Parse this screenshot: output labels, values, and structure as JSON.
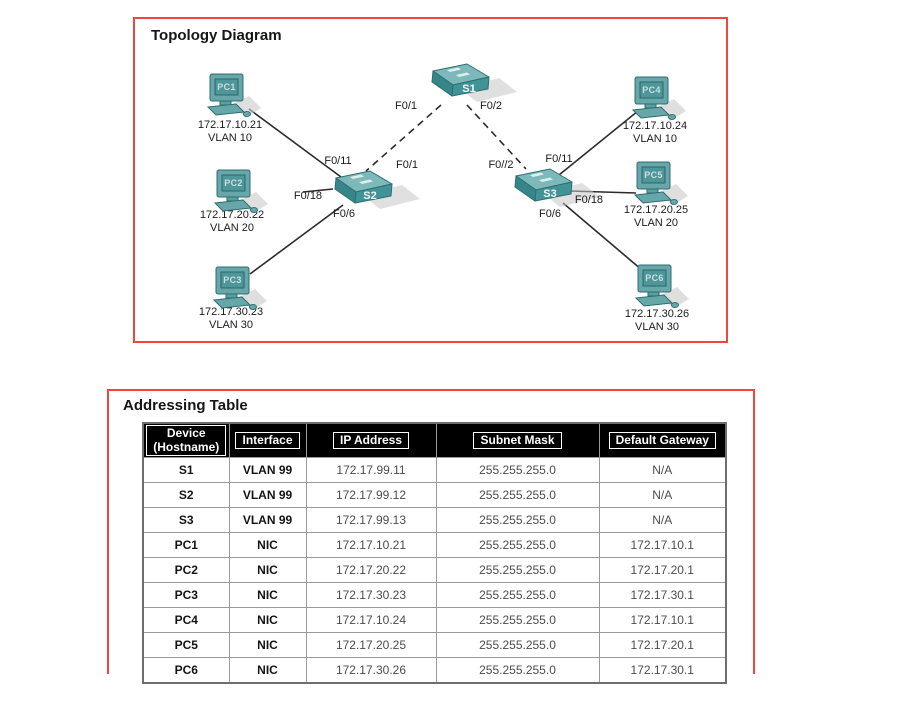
{
  "colors": {
    "box_border_red": "#f1463f",
    "device_teal": "#68a7a9",
    "device_teal_dark": "#2e6e70",
    "table_header_bg": "#000000",
    "table_header_text": "#ffffff"
  },
  "topology": {
    "title": "Topology Diagram",
    "switches": [
      {
        "name": "S1"
      },
      {
        "name": "S2"
      },
      {
        "name": "S3"
      }
    ],
    "pcs": [
      {
        "name": "PC1",
        "ip": "172.17.10.21",
        "vlan": "VLAN 10"
      },
      {
        "name": "PC2",
        "ip": "172.17.20.22",
        "vlan": "VLAN 20"
      },
      {
        "name": "PC3",
        "ip": "172.17.30.23",
        "vlan": "VLAN 30"
      },
      {
        "name": "PC4",
        "ip": "172.17.10.24",
        "vlan": "VLAN 10"
      },
      {
        "name": "PC5",
        "ip": "172.17.20.25",
        "vlan": "VLAN 20"
      },
      {
        "name": "PC6",
        "ip": "172.17.30.26",
        "vlan": "VLAN 30"
      }
    ],
    "port_labels": [
      "F0/1",
      "F0/2",
      "F0/1",
      "F0//2",
      "F0/11",
      "F0/18",
      "F0/6",
      "F0/11",
      "F0/18",
      "F0/6"
    ]
  },
  "addressing": {
    "title": "Addressing Table",
    "columns": [
      "Device\n(Hostname)",
      "Interface",
      "IP Address",
      "Subnet Mask",
      "Default Gateway"
    ],
    "rows": [
      [
        "S1",
        "VLAN 99",
        "172.17.99.11",
        "255.255.255.0",
        "N/A"
      ],
      [
        "S2",
        "VLAN 99",
        "172.17.99.12",
        "255.255.255.0",
        "N/A"
      ],
      [
        "S3",
        "VLAN 99",
        "172.17.99.13",
        "255.255.255.0",
        "N/A"
      ],
      [
        "PC1",
        "NIC",
        "172.17.10.21",
        "255.255.255.0",
        "172.17.10.1"
      ],
      [
        "PC2",
        "NIC",
        "172.17.20.22",
        "255.255.255.0",
        "172.17.20.1"
      ],
      [
        "PC3",
        "NIC",
        "172.17.30.23",
        "255.255.255.0",
        "172.17.30.1"
      ],
      [
        "PC4",
        "NIC",
        "172.17.10.24",
        "255.255.255.0",
        "172.17.10.1"
      ],
      [
        "PC5",
        "NIC",
        "172.17.20.25",
        "255.255.255.0",
        "172.17.20.1"
      ],
      [
        "PC6",
        "NIC",
        "172.17.30.26",
        "255.255.255.0",
        "172.17.30.1"
      ]
    ]
  }
}
